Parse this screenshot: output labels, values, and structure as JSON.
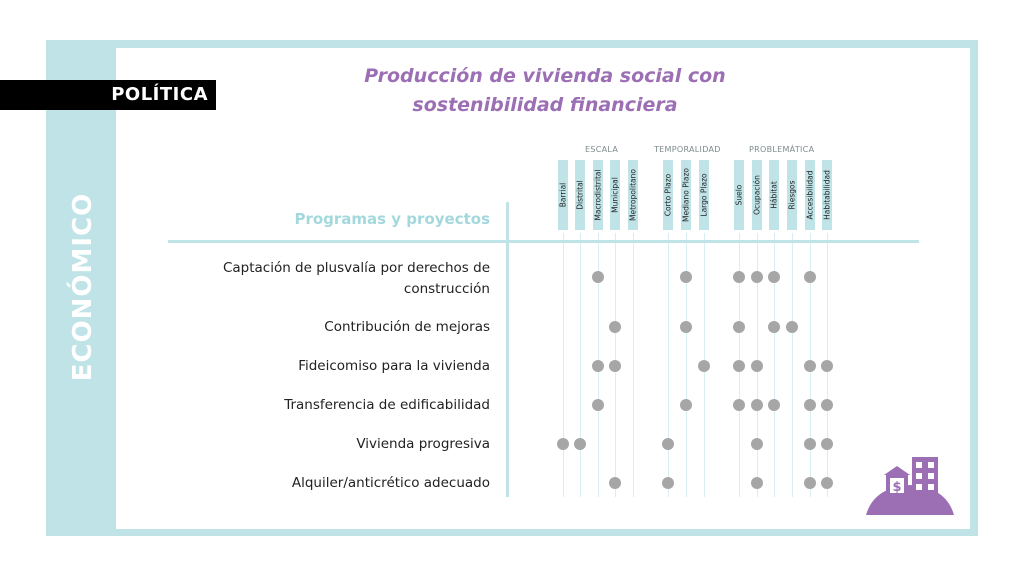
{
  "politica_tag": "POLÍTICA",
  "economico_label": "ECONÓMICO",
  "title": "Producción de vivienda social con sostenibilidad financiera",
  "programs_header": "Programas y proyectos",
  "groups": [
    {
      "name": "ESCALA",
      "columns": [
        "Barrial",
        "Distrital",
        "Macrodistrital",
        "Municipal",
        "Metropolitano"
      ]
    },
    {
      "name": "TEMPORALIDAD",
      "columns": [
        "Corto Plazo",
        "Mediano Plazo",
        "Largo Plazo"
      ]
    },
    {
      "name": "PROBLEMÁTICA",
      "columns": [
        "Suelo",
        "Ocupación",
        "Hábitat",
        "Riesgos",
        "Accesibilidad",
        "Habitabilidad"
      ]
    }
  ],
  "rows": [
    {
      "label": "Captación de plusvalía por derechos de construcción",
      "marks": [
        0,
        0,
        1,
        0,
        0,
        0,
        1,
        0,
        1,
        1,
        1,
        0,
        1,
        0
      ]
    },
    {
      "label": "Contribución de mejoras",
      "marks": [
        0,
        0,
        0,
        1,
        0,
        0,
        1,
        0,
        1,
        0,
        1,
        1,
        0,
        0
      ]
    },
    {
      "label": "Fideicomiso para la vivienda",
      "marks": [
        0,
        0,
        1,
        1,
        0,
        0,
        0,
        1,
        1,
        1,
        0,
        0,
        1,
        1
      ]
    },
    {
      "label": "Transferencia de edificabilidad",
      "marks": [
        0,
        0,
        1,
        0,
        0,
        0,
        1,
        0,
        1,
        1,
        1,
        0,
        1,
        1
      ]
    },
    {
      "label": "Vivienda progresiva",
      "marks": [
        1,
        1,
        0,
        0,
        0,
        1,
        0,
        0,
        0,
        1,
        0,
        0,
        1,
        1
      ]
    },
    {
      "label": "Alquiler/anticrético adecuado",
      "marks": [
        0,
        0,
        0,
        1,
        0,
        1,
        0,
        0,
        0,
        1,
        0,
        0,
        1,
        1
      ]
    }
  ],
  "colors": {
    "frame": "#bfe3e6",
    "accent": "#9c6fb5",
    "dot": "#a6a6a6"
  },
  "icon": "building-house-money-icon"
}
